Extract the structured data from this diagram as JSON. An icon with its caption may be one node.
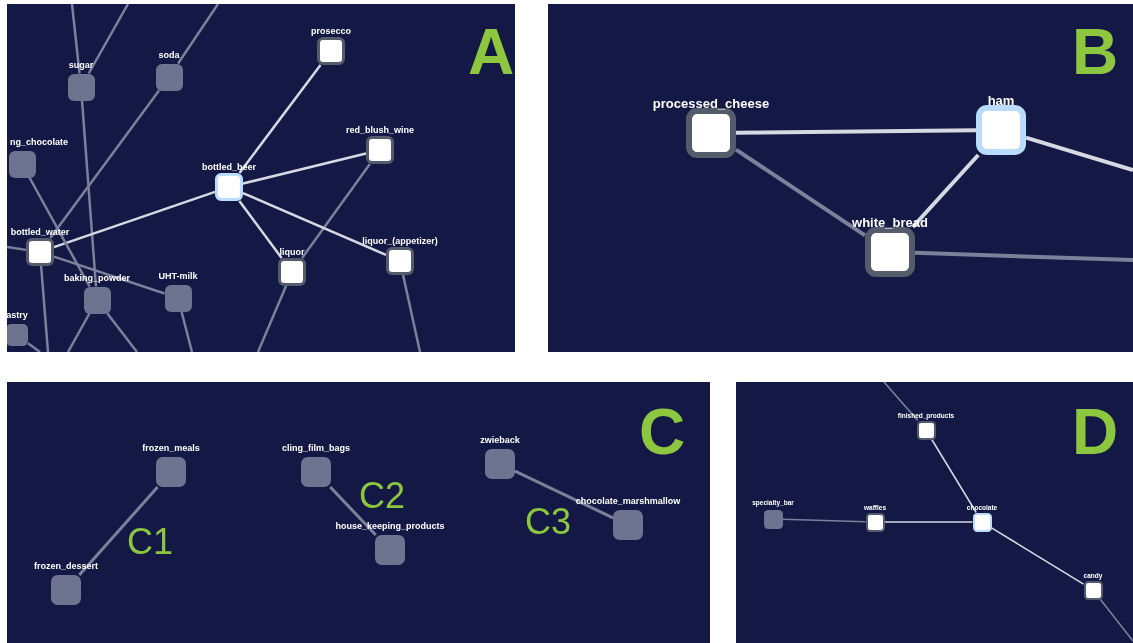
{
  "diagram": {
    "nodes": [
      {
        "text": [
          "A"
        ]
      },
      {
        "text": [
          "sugar"
        ],
        "in": 0
      },
      {
        "text": [
          "soda"
        ],
        "in": 0
      },
      {
        "text": [
          "prosecco"
        ],
        "in": 0
      },
      {
        "text": [
          "ng_chocolate"
        ],
        "in": 0
      },
      {
        "text": [
          "red_blush_wine"
        ],
        "in": 0
      },
      {
        "text": [
          "bottled_beer"
        ],
        "in": 0
      },
      {
        "text": [
          "bottled_water"
        ],
        "in": 0
      },
      {
        "text": [
          "liquor"
        ],
        "in": 0
      },
      {
        "text": [
          "liquor_(appetizer)"
        ],
        "in": 0
      },
      {
        "text": [
          "baking_powder"
        ],
        "in": 0
      },
      {
        "text": [
          "UHT-milk"
        ],
        "in": 0
      },
      {
        "text": [
          "astry"
        ],
        "in": 0
      },
      {
        "text": [
          "B"
        ]
      },
      {
        "text": [
          "processed_cheese"
        ],
        "in": 13
      },
      {
        "text": [
          "ham"
        ],
        "in": 13
      },
      {
        "text": [
          "white_bread"
        ],
        "in": 13
      },
      {
        "text": [
          "C"
        ]
      },
      {
        "text": [
          "frozen_meals"
        ],
        "in": 17
      },
      {
        "text": [
          "cling_film_bags"
        ],
        "in": 17
      },
      {
        "text": [
          "zwieback"
        ],
        "in": 17
      },
      {
        "text": [
          "chocolate_marshmallow"
        ],
        "in": 17
      },
      {
        "text": [
          "house_keeping_products"
        ],
        "in": 17
      },
      {
        "text": [
          "frozen_dessert"
        ],
        "in": 17
      },
      {
        "text": [
          "D"
        ]
      },
      {
        "text": [
          "finished_products"
        ],
        "in": 24
      },
      {
        "text": [
          "specialty_bar"
        ],
        "in": 24
      },
      {
        "text": [
          "waffles"
        ],
        "in": 24
      },
      {
        "text": [
          "chocolate"
        ],
        "in": 24
      },
      {
        "text": [
          "candy"
        ],
        "in": 24
      }
    ],
    "edges": [
      {
        "from": null,
        "to": 1,
        "arrow": "none"
      },
      {
        "from": null,
        "to": 1,
        "arrow": "none"
      },
      {
        "from": 1,
        "to": 10,
        "arrow": "none"
      },
      {
        "from": null,
        "to": 2,
        "arrow": "none"
      },
      {
        "from": 2,
        "to": 7,
        "arrow": "none"
      },
      {
        "from": 3,
        "to": 6,
        "arrow": "none",
        "color": "#d6d8e2"
      },
      {
        "from": 5,
        "to": 6,
        "arrow": "none",
        "color": "#d6d8e2"
      },
      {
        "from": 5,
        "to": 8,
        "arrow": "none"
      },
      {
        "from": 6,
        "to": 7,
        "arrow": "none",
        "color": "#d6d8e2"
      },
      {
        "from": 6,
        "to": 8,
        "arrow": "none",
        "color": "#d6d8e2"
      },
      {
        "from": 6,
        "to": 9,
        "arrow": "none",
        "color": "#d6d8e2"
      },
      {
        "from": 4,
        "to": 10,
        "arrow": "none"
      },
      {
        "from": null,
        "to": 7,
        "arrow": "none"
      },
      {
        "from": 7,
        "to": null,
        "arrow": "none"
      },
      {
        "from": 7,
        "to": 11,
        "arrow": "none"
      },
      {
        "from": 10,
        "to": null,
        "arrow": "none"
      },
      {
        "from": 10,
        "to": null,
        "arrow": "none"
      },
      {
        "from": 11,
        "to": null,
        "arrow": "none"
      },
      {
        "from": 8,
        "to": null,
        "arrow": "none"
      },
      {
        "from": 9,
        "to": null,
        "arrow": "none"
      },
      {
        "from": 12,
        "to": null,
        "arrow": "none"
      },
      {
        "from": 14,
        "to": 15,
        "arrow": "none",
        "color": "#d6d8e2"
      },
      {
        "from": 14,
        "to": 16,
        "arrow": "none"
      },
      {
        "from": 15,
        "to": 16,
        "arrow": "none",
        "color": "#d6d8e2"
      },
      {
        "from": 15,
        "to": null,
        "arrow": "none",
        "color": "#d6d8e2"
      },
      {
        "from": 16,
        "to": null,
        "arrow": "none"
      },
      {
        "from": 18,
        "to": 23,
        "arrow": "none"
      },
      {
        "from": 19,
        "to": 22,
        "arrow": "none"
      },
      {
        "from": 20,
        "to": 21,
        "arrow": "none"
      },
      {
        "from": null,
        "to": 25,
        "arrow": "none"
      },
      {
        "from": 25,
        "to": 28,
        "arrow": "none",
        "color": "#d6d8e2"
      },
      {
        "from": 26,
        "to": 27,
        "arrow": "none"
      },
      {
        "from": 27,
        "to": 28,
        "arrow": "none",
        "color": "#d6d8e2"
      },
      {
        "from": 28,
        "to": 29,
        "arrow": "none",
        "color": "#d6d8e2"
      },
      {
        "from": 29,
        "to": null,
        "arrow": "none"
      }
    ],
    "labels": [
      "C1",
      "C2",
      "C3"
    ]
  }
}
